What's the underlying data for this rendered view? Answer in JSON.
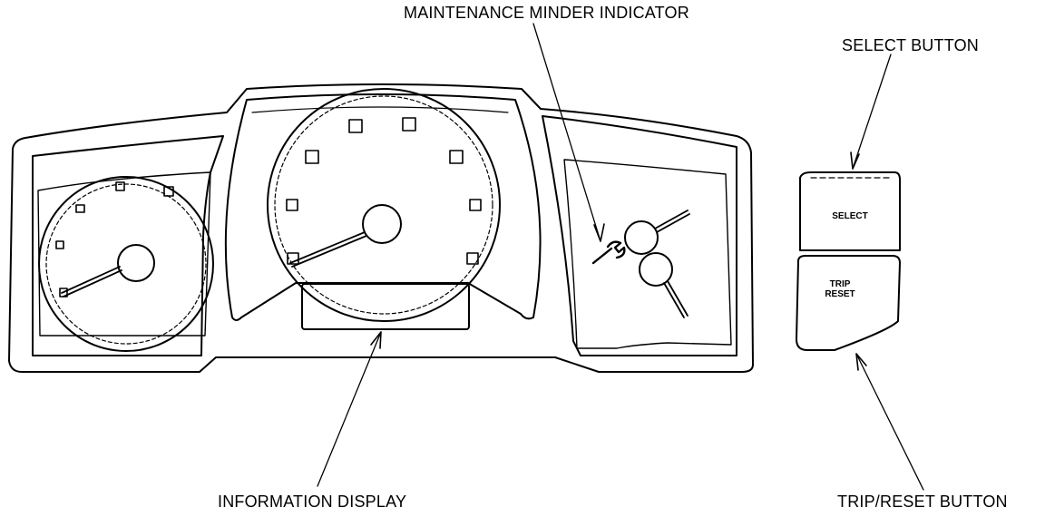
{
  "labels": {
    "maintenance_minder_indicator": "MAINTENANCE MINDER INDICATOR",
    "select_button": "SELECT BUTTON",
    "information_display": "INFORMATION DISPLAY",
    "trip_reset_button": "TRIP/RESET BUTTON"
  },
  "buttons": {
    "select_text": "SELECT",
    "trip_text_line1": "TRIP",
    "trip_text_line2": "RESET"
  },
  "icons": {
    "wrench": "wrench-icon"
  },
  "colors": {
    "line": "#000000",
    "background": "#ffffff"
  }
}
